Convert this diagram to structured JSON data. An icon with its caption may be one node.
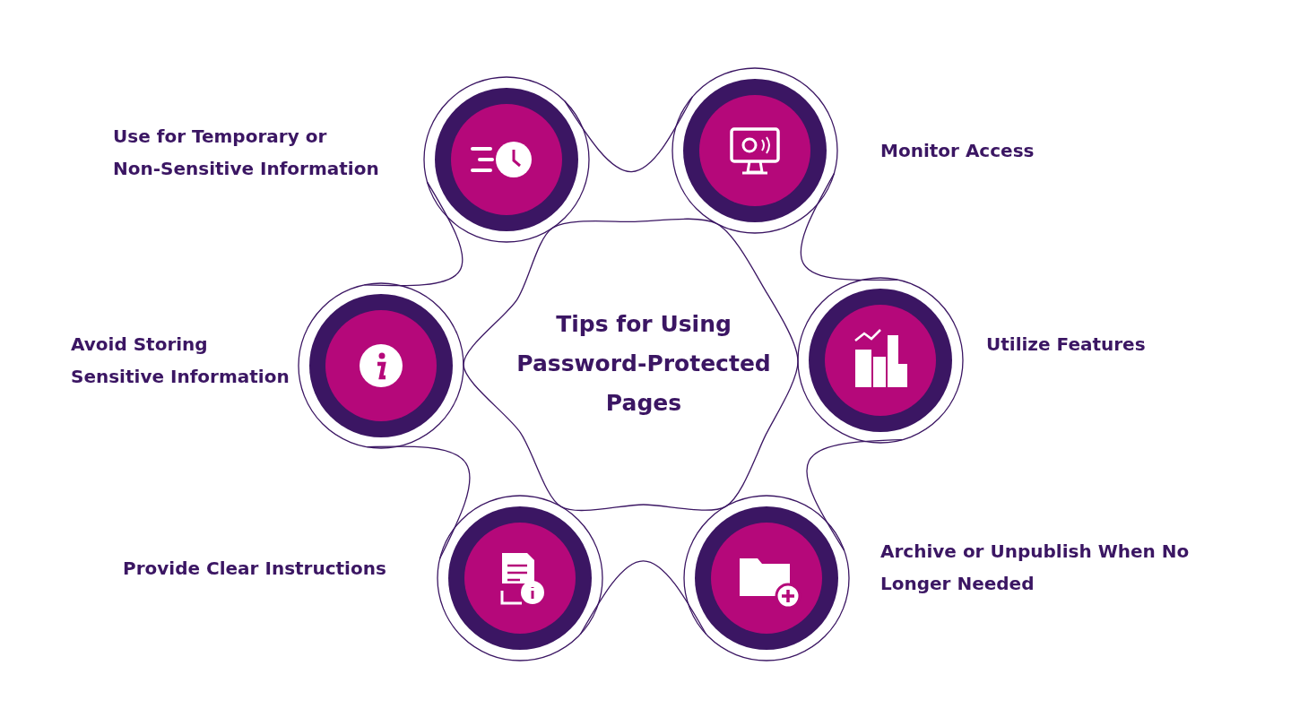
{
  "diagram": {
    "nodes": [
      {
        "text": [],
        "shape": "circle",
        "beside": [
          "Use for Temporary or Non-Sensitive Information"
        ]
      },
      {
        "text": [],
        "shape": "circle",
        "beside": [
          "Monitor Access"
        ]
      },
      {
        "text": [],
        "shape": "circle",
        "beside": [
          "Avoid Storing Sensitive Information"
        ]
      },
      {
        "text": [
          "Tips for Using Password-Protected Pages"
        ]
      },
      {
        "text": [],
        "shape": "circle",
        "beside": [
          "Utilize Features"
        ]
      },
      {
        "text": [],
        "shape": "circle",
        "beside": [
          "Provide Clear Instructions"
        ]
      },
      {
        "text": [],
        "shape": "circle",
        "beside": [
          "Archive or Unpublish When No Longer Needed"
        ]
      }
    ]
  }
}
